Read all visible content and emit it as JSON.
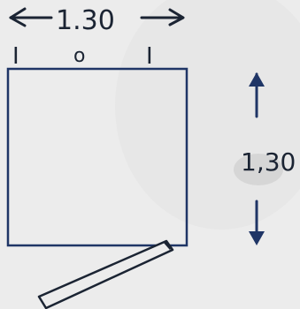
{
  "top_dimension": {
    "label": "1.30"
  },
  "side_dimension": {
    "label": "1,30"
  },
  "top_markers": [
    "I",
    "o",
    "I"
  ],
  "colors": {
    "paper": "#ececec",
    "ink_blue": "#1f3566",
    "ink_black": "#1b2433",
    "smudge": "#b8b8b8"
  }
}
